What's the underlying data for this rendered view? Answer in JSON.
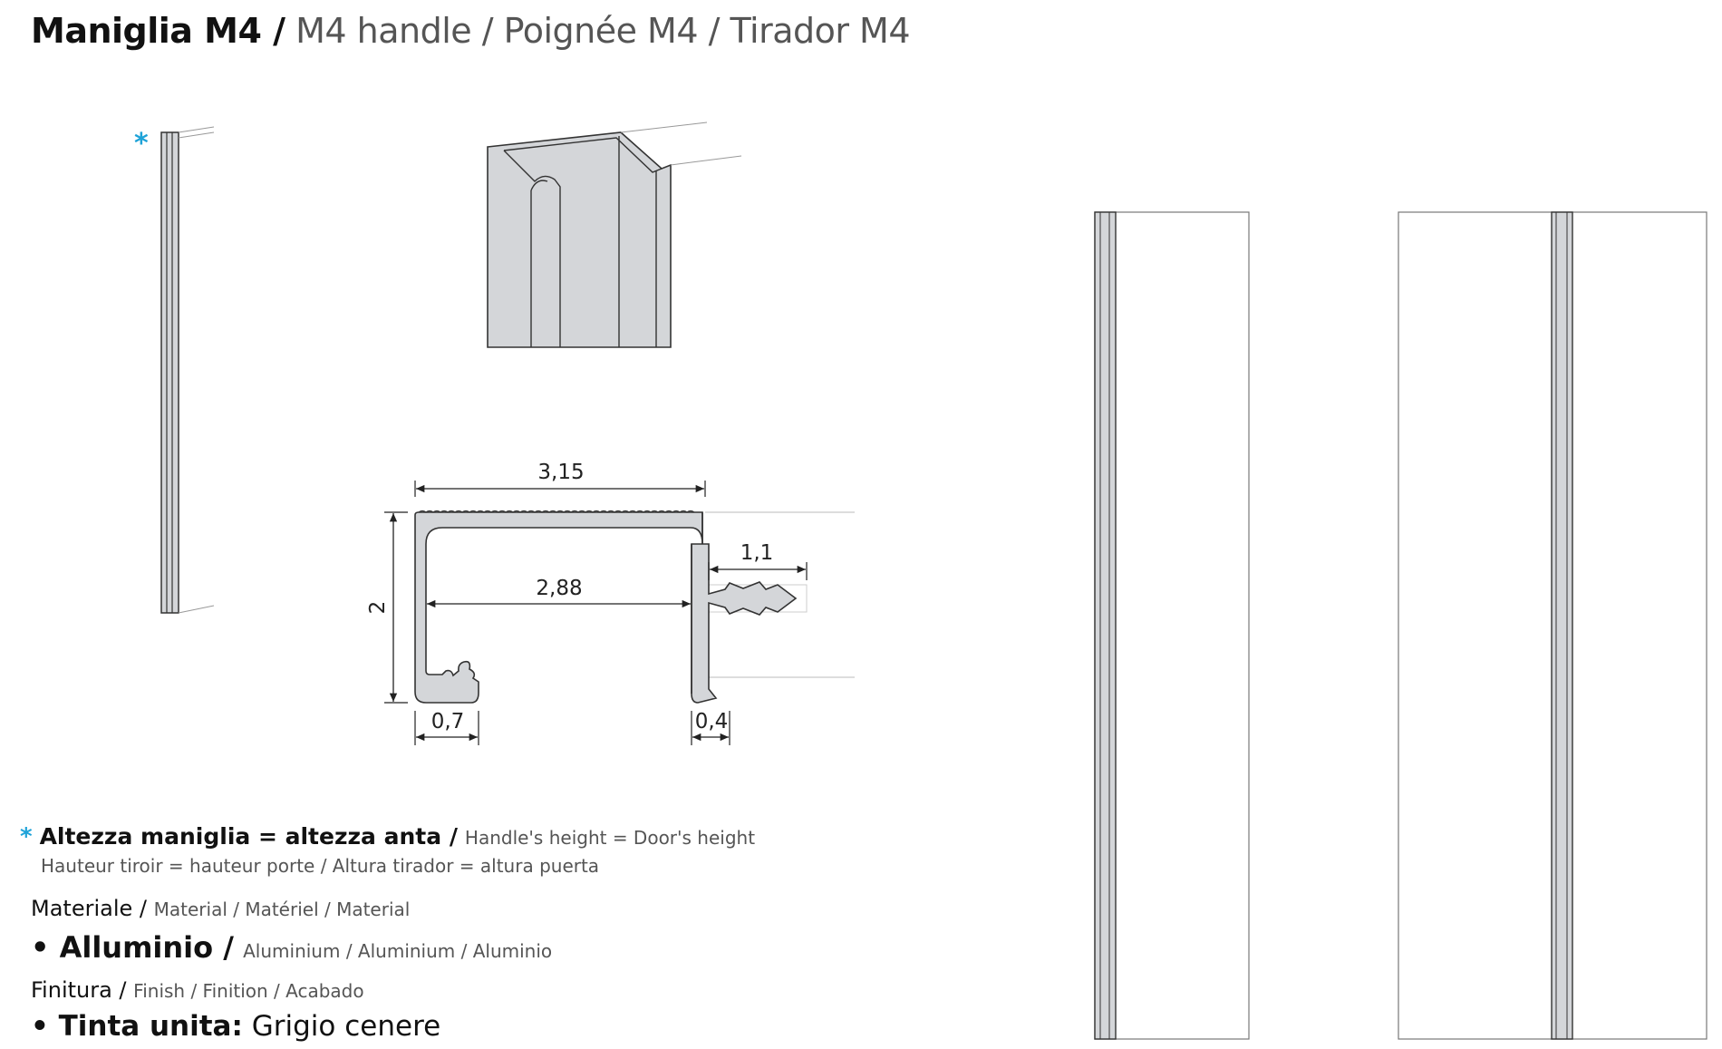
{
  "header": {
    "title_main": "Maniglia M4 /",
    "title_sub": "M4 handle / Poignée M4 / Tirador M4"
  },
  "diagram": {
    "marker": "*",
    "dimensions": {
      "overall_width": "3,15",
      "inner_width": "2,88",
      "height": "2",
      "clip_depth": "1,1",
      "lip_width": "0,7",
      "wall_thickness": "0,4"
    }
  },
  "notes": {
    "height_star": "*",
    "height_main": "Altezza maniglia = altezza anta /",
    "height_en": "Handle's height = Door's height",
    "height_fr_es": "Hauteur tiroir = hauteur porte / Altura tirador = altura puerta",
    "material_label": "Materiale /",
    "material_translations": "Material / Matériel / Material",
    "material_value": "• Alluminio /",
    "material_value_translations": "Aluminium / Aluminium / Aluminio",
    "finish_label": "Finitura /",
    "finish_translations": "Finish / Finition / Acabado",
    "finish_value_label": "• Tinta unita:",
    "finish_value": "Grigio cenere"
  },
  "colors": {
    "accent": "#1fa3d8",
    "profile_fill": "#d4d6d9",
    "line": "#333333"
  }
}
